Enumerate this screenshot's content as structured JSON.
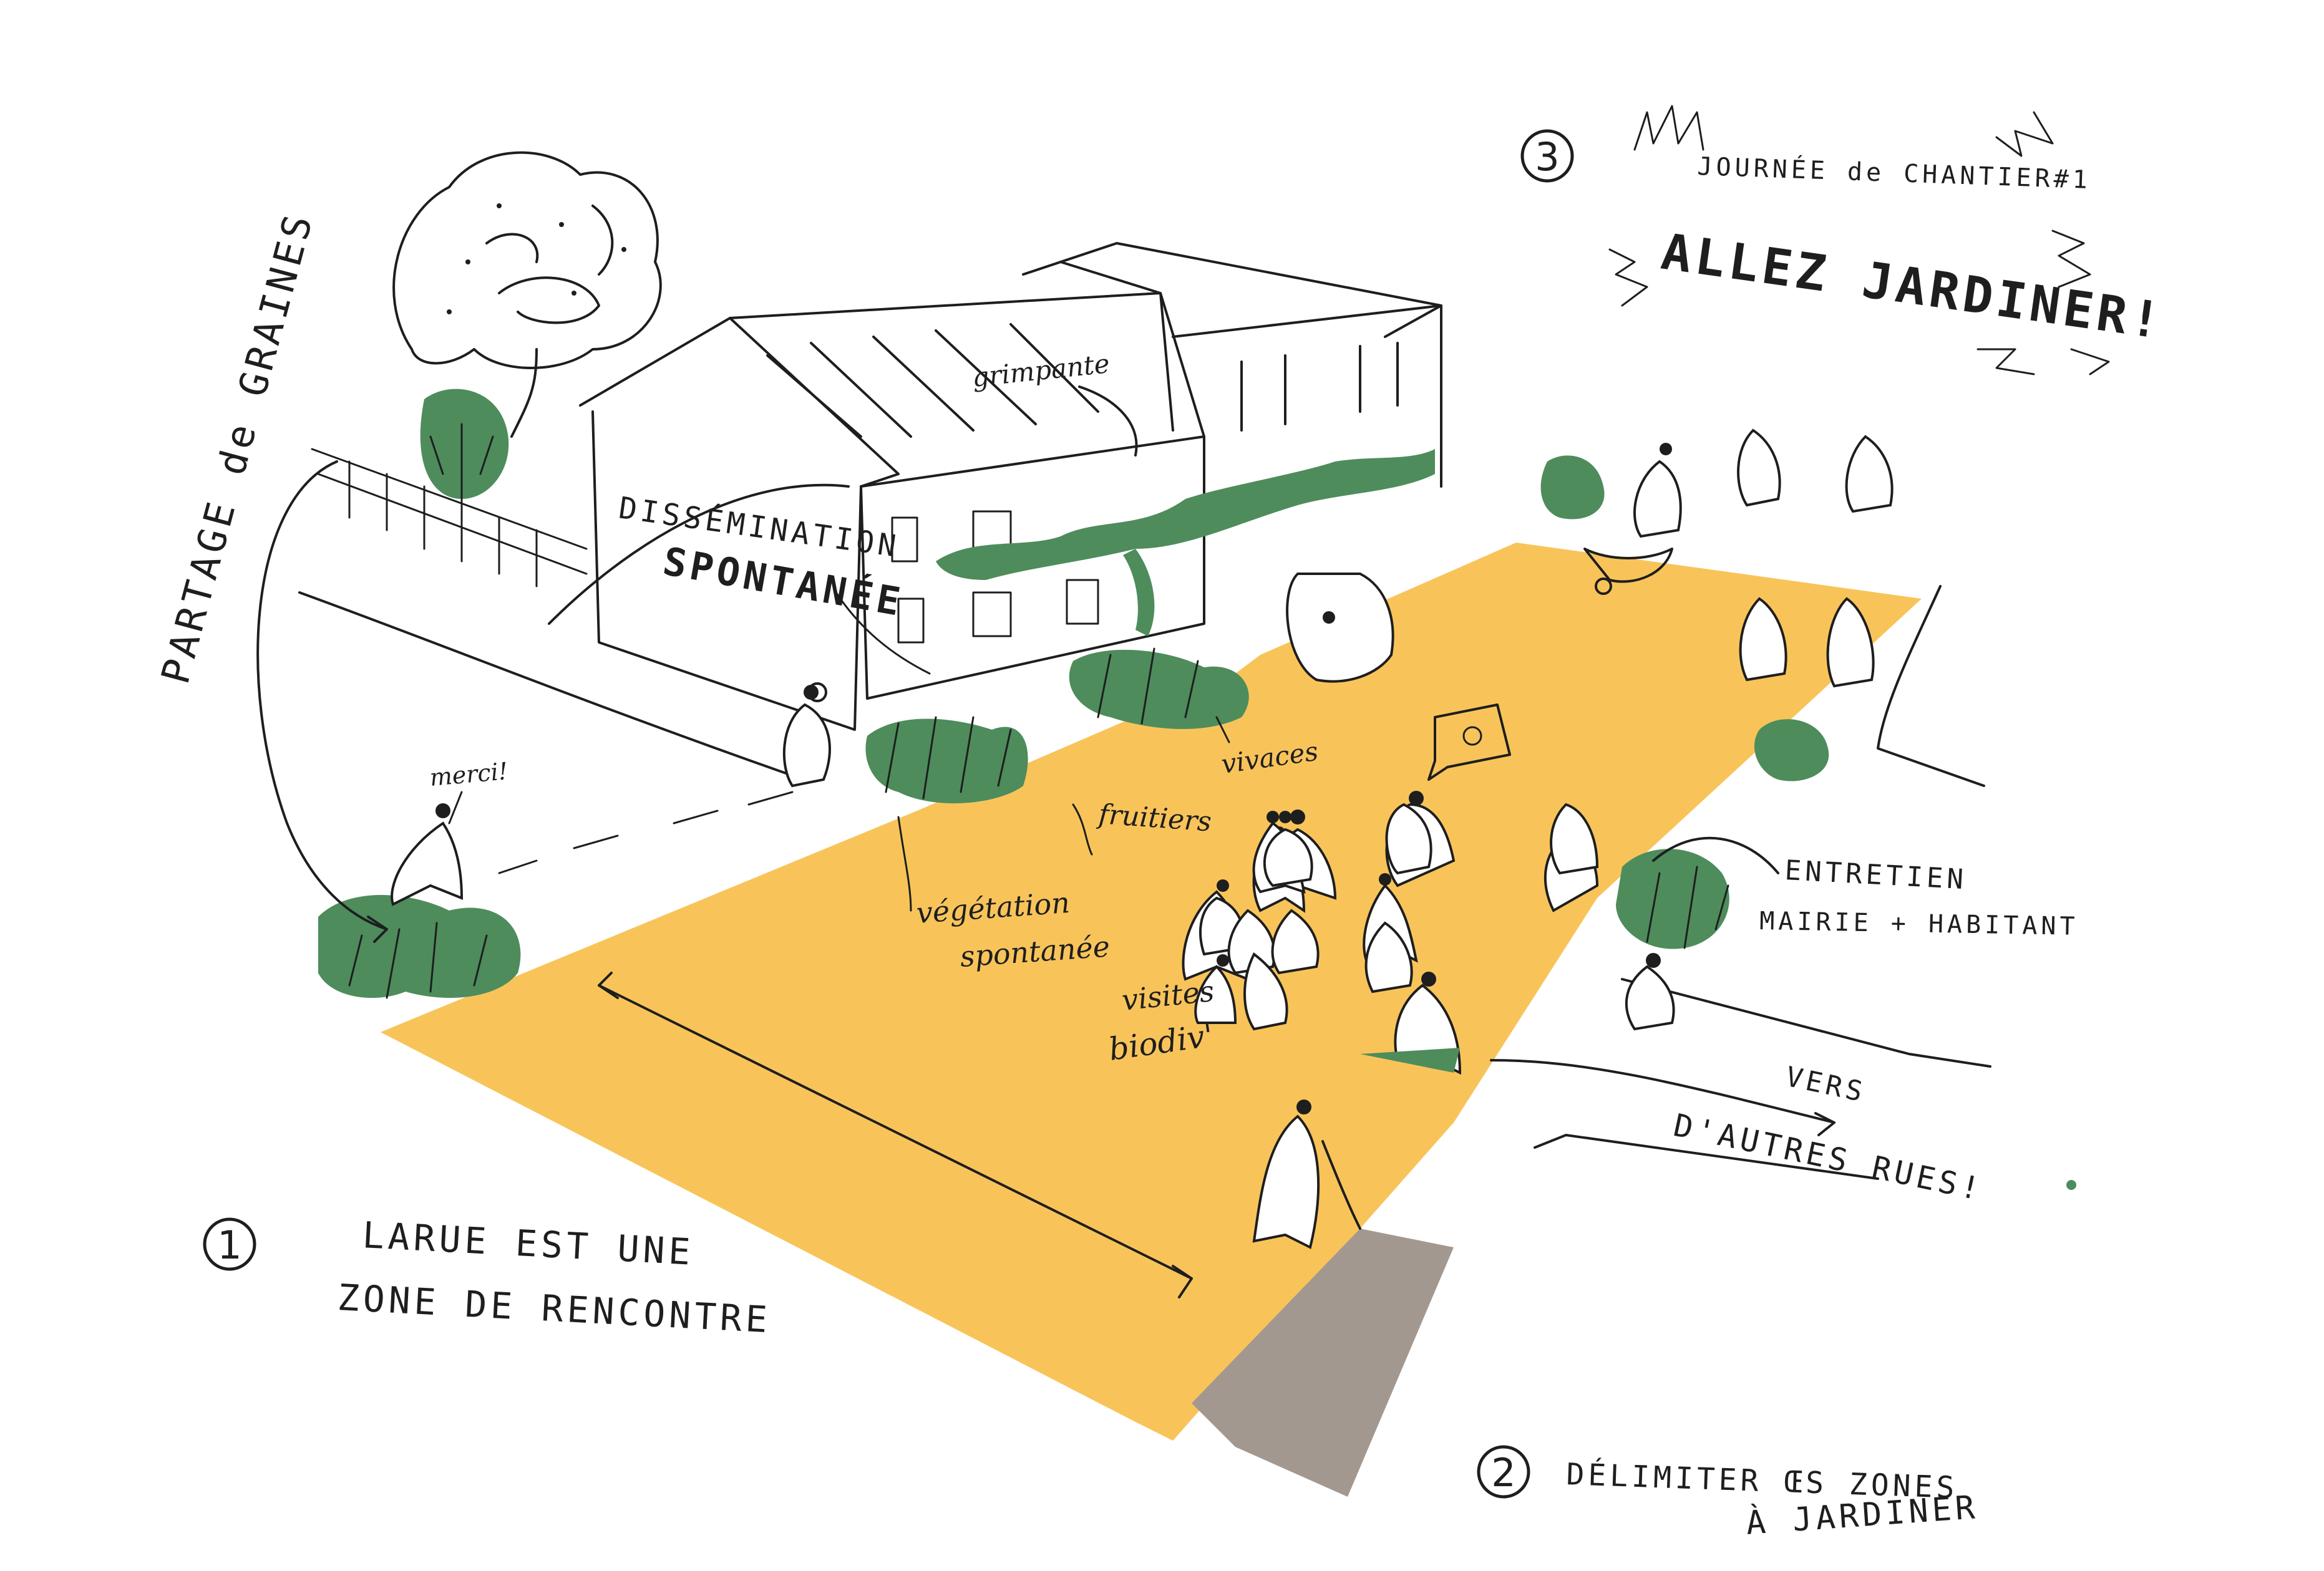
{
  "colors": {
    "street": "#f8c45a",
    "vegetation": "#4e8c5c",
    "ground": "#a39890",
    "ink": "#1e1e1e",
    "paper": "#ffffff"
  },
  "steps": [
    {
      "number": "1",
      "lines": [
        "LARUE EST UNE",
        "ZONE DE RENCONTRE"
      ]
    },
    {
      "number": "2",
      "lines": [
        "DÉLIMITER ŒS ZONES",
        "À JARDINER"
      ]
    },
    {
      "number": "3",
      "lines": [
        "JOURNÉE de CHANTIER#1",
        "ALLEZ JARDINER!"
      ]
    }
  ],
  "annotations": {
    "seed_sharing": "PARTAGE de GRAINES",
    "thanks": "merci!",
    "dissemination_line1": "DISSÉMINATION",
    "dissemination_line2": "SPONTANÉE",
    "climbing": "grimpante",
    "perennials": "vivaces",
    "fruit_trees": "fruitiers",
    "spontaneous_line1": "végétation",
    "spontaneous_line2": "spontanée",
    "visits_line1": "visites",
    "visits_line2": "biodiv'",
    "maintenance_line1": "ENTRETIEN",
    "maintenance_line2": "MAIRIE + HABITANT",
    "other_streets_line1": "VERS",
    "other_streets_line2": "D'AUTRES RUES!"
  },
  "icons": {
    "step_badge": "circled-number-icon",
    "person": "person-figure-icon",
    "bush": "bush-icon",
    "tree": "tree-icon",
    "house": "house-icon",
    "arrow": "arrow-icon",
    "burst": "exclamation-burst-icon"
  }
}
